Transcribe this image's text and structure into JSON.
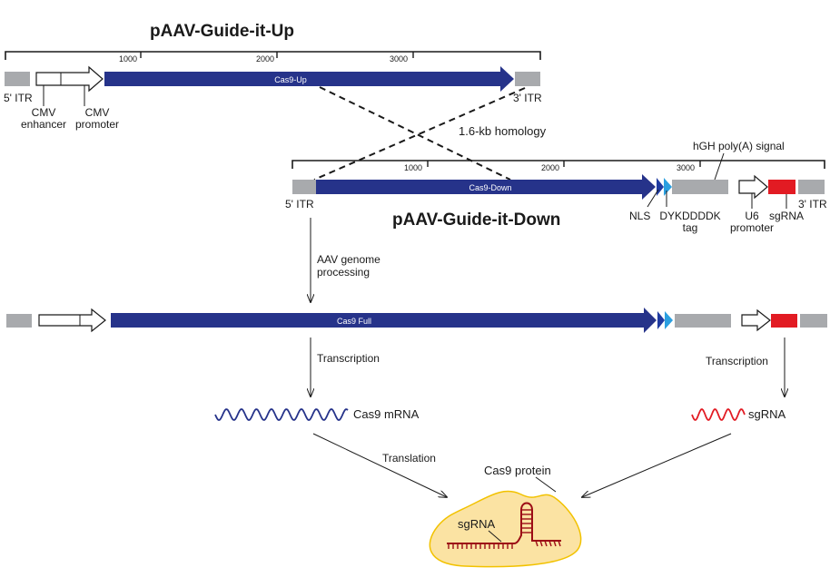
{
  "colors": {
    "itr_gray": "#a8aaad",
    "cas9_blue": "#26338a",
    "nls_blue": "#1f3aa0",
    "flag_blue": "#2a9fe0",
    "sgrna_red": "#e21b23",
    "mrna_blue": "#26338a",
    "protein_fill": "#fbe3a3",
    "protein_stroke": "#f2c200",
    "rna_dark_red": "#9c0d16"
  },
  "top_construct": {
    "title": "pAAV-Guide-it-Up",
    "ticks": [
      "1000",
      "2000",
      "3000"
    ],
    "cas9_label": "Cas9-Up",
    "itr5_label": "5' ITR",
    "itr3_label": "3' ITR",
    "cmv_enhancer_label": [
      "CMV",
      "enhancer"
    ],
    "cmv_promoter_label": [
      "CMV",
      "promoter"
    ]
  },
  "homology_label": "1.6-kb homology",
  "bottom_construct": {
    "title": "pAAV-Guide-it-Down",
    "ticks": [
      "1000",
      "2000",
      "3000"
    ],
    "cas9_label": "Cas9-Down",
    "itr5_label": "5' ITR",
    "itr3_label": "3' ITR",
    "hgh_label": "hGH poly(A) signal",
    "nls_label": "NLS",
    "tag_label": [
      "DYKDDDDK",
      "tag"
    ],
    "u6_label": [
      "U6",
      "promoter"
    ],
    "sgrna_label": "sgRNA"
  },
  "processing_label": [
    "AAV genome",
    "processing"
  ],
  "full_construct": {
    "cas9_label": "Cas9 Full"
  },
  "transcription_left": "Transcription",
  "transcription_right": "Transcription",
  "cas9_mrna_label": "Cas9 mRNA",
  "sgrna_label": "sgRNA",
  "translation_label": "Translation",
  "protein_label": "Cas9 protein",
  "protein_sgrna_label": "sgRNA"
}
